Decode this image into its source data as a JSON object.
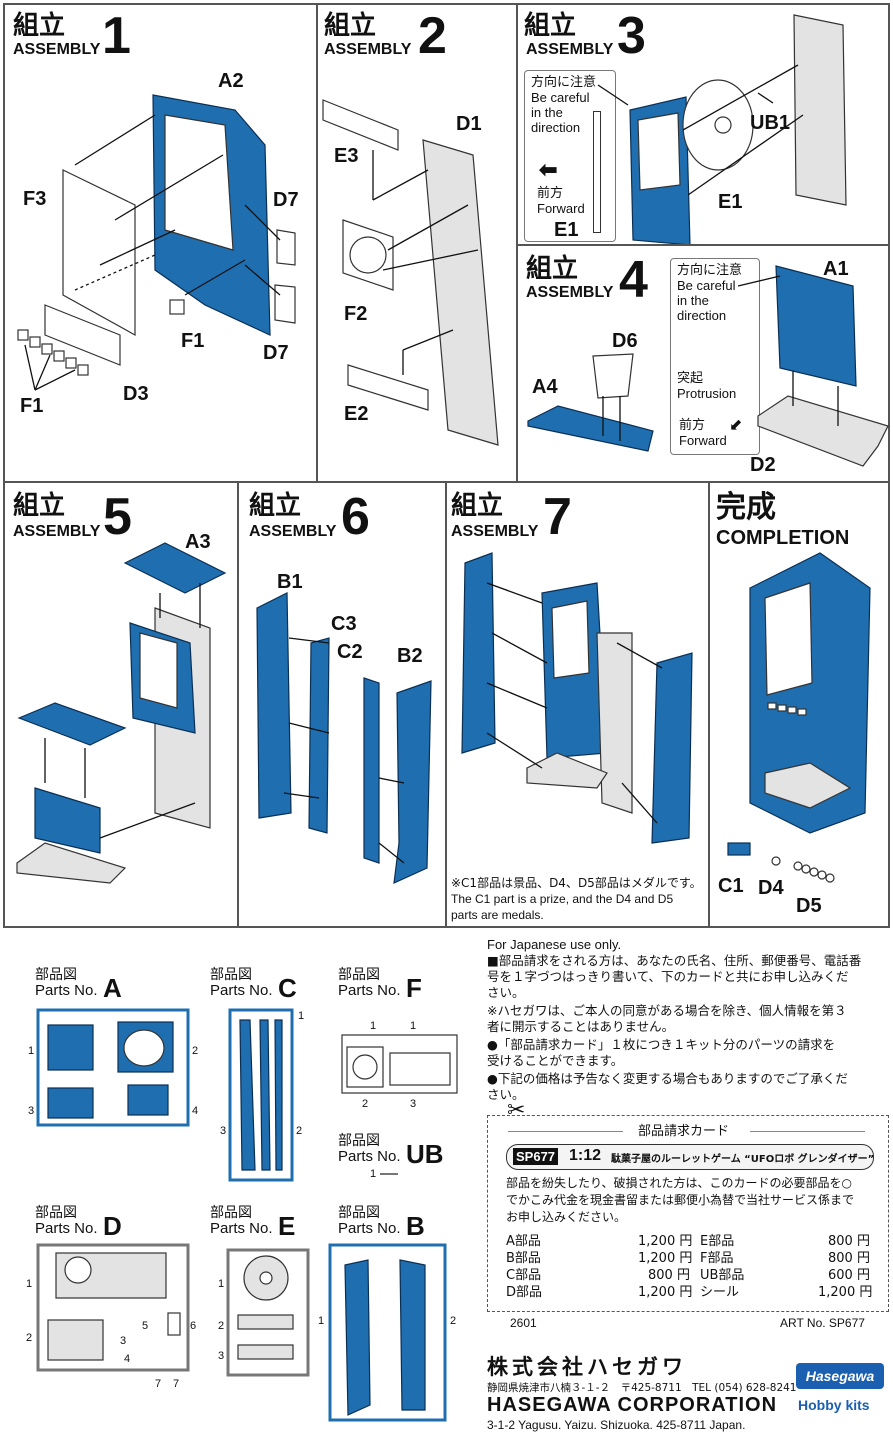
{
  "steps": [
    {
      "jp": "組立",
      "en": "ASSEMBLY",
      "num": "1",
      "labels": [
        "A2",
        "F3",
        "D7",
        "F1",
        "D7",
        "F1",
        "D3"
      ]
    },
    {
      "jp": "組立",
      "en": "ASSEMBLY",
      "num": "2",
      "labels": [
        "E3",
        "D1",
        "F2",
        "E2"
      ]
    },
    {
      "jp": "組立",
      "en": "ASSEMBLY",
      "num": "3",
      "labels": [
        "UB1",
        "E1",
        "E1"
      ],
      "caution_jp": "方向に注意",
      "caution_en1": "Be careful",
      "caution_en2": "in the",
      "caution_en3": "direction",
      "forward_jp": "前方",
      "forward_en": "Forward"
    },
    {
      "jp": "組立",
      "en": "ASSEMBLY",
      "num": "4",
      "labels": [
        "A1",
        "D6",
        "A4",
        "D2"
      ],
      "caution_jp": "方向に注意",
      "caution_en1": "Be careful",
      "caution_en2": "in the",
      "caution_en3": "direction",
      "protrusion_jp": "突起",
      "protrusion_en": "Protrusion",
      "forward_jp": "前方",
      "forward_en": "Forward"
    },
    {
      "jp": "組立",
      "en": "ASSEMBLY",
      "num": "5",
      "labels": [
        "A3"
      ]
    },
    {
      "jp": "組立",
      "en": "ASSEMBLY",
      "num": "6",
      "labels": [
        "B1",
        "C3",
        "C2",
        "B2"
      ]
    },
    {
      "jp": "組立",
      "en": "ASSEMBLY",
      "num": "7",
      "labels": [],
      "note1": "※C1部品は景品、D4、D5部品はメダルです。",
      "note2": "The C1 part is a prize, and the D4 and D5",
      "note3": "parts are medals."
    },
    {
      "jp": "完成",
      "en": "COMPLETION",
      "labels": [
        "C1",
        "D4",
        "D5"
      ]
    }
  ],
  "parts": {
    "jp": "部品図",
    "en": "Parts No.",
    "A": "A",
    "C": "C",
    "F": "F",
    "UB": "UB",
    "D": "D",
    "E": "E",
    "B": "B",
    "num1": "1",
    "num2": "2",
    "num3": "3",
    "num4": "4",
    "num5": "5",
    "num6": "6",
    "num7": "7"
  },
  "order": {
    "for_japanese": "For Japanese use only.",
    "lines": [
      "■部品請求をされる方は、あなたの氏名、住所、郵便番号、電話番",
      "号を１字づつはっきり書いて、下のカードと共にお申し込みくだ",
      "さい。",
      "※ハセガワは、ご本人の同意がある場合を除き、個人情報を第３",
      "者に開示することはありません。",
      "●「部品請求カード」１枚につき１キット分のパーツの請求を",
      "受けることができます。",
      "●下記の価格は予告なく変更する場合もありますのでご了承くだ",
      "さい。"
    ],
    "card_title": "部品請求カード",
    "code": "SP677",
    "scale": "1:12",
    "product": "駄菓子屋のルーレットゲーム “UFOロボ グレンダイザー”",
    "card_text": [
      "部品を紛失したり、破損された方は、このカードの必要部品を○",
      "でかこみ代金を現金書留または郵便小為替で当社サービス係まで",
      "お申し込みください。"
    ],
    "prices_left": [
      {
        "part": "A部品",
        "price": "1,200 円"
      },
      {
        "part": "B部品",
        "price": "1,200 円"
      },
      {
        "part": "C部品",
        "price": "800 円"
      },
      {
        "part": "D部品",
        "price": "1,200 円"
      }
    ],
    "prices_right": [
      {
        "part": "E部品",
        "price": "800 円"
      },
      {
        "part": "F部品",
        "price": "800 円"
      },
      {
        "part": "UB部品",
        "price": "600 円"
      },
      {
        "part": "シール",
        "price": "1,200 円"
      }
    ],
    "doc_no": "2601",
    "art_no": "ART No. SP677"
  },
  "company": {
    "jp_name": "株式会社ハセガワ",
    "jp_addr": "静岡県焼津市八楠３-１-２　〒425-8711　TEL (054) 628-8241",
    "en_name": "HASEGAWA CORPORATION",
    "en_addr": "3-1-2 Yagusu. Yaizu. Shizuoka. 425-8711 Japan.",
    "logo": "Hasegawa",
    "logo_sub": "Hobby kits"
  }
}
